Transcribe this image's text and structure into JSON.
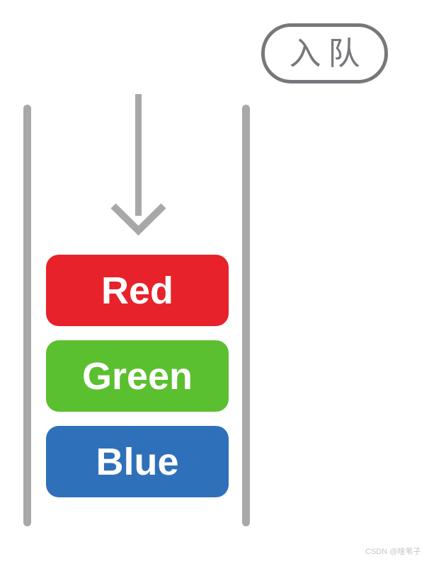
{
  "badge": {
    "label": "入队",
    "border_color": "#77787b",
    "text_color": "#77787b"
  },
  "arrow": {
    "direction": "down",
    "color": "#a8a8a8"
  },
  "walls": {
    "color": "#a8a8a8"
  },
  "queue_items": [
    {
      "label": "Red",
      "color": "#e8222a",
      "text_color": "#ffffff"
    },
    {
      "label": "Green",
      "color": "#5bc02f",
      "text_color": "#ffffff"
    },
    {
      "label": "Blue",
      "color": "#2f70ba",
      "text_color": "#ffffff"
    }
  ],
  "watermark": {
    "text": "CSDN @啥苇子",
    "color": "#c6c6c6"
  },
  "page": {
    "background": "#ffffff"
  }
}
